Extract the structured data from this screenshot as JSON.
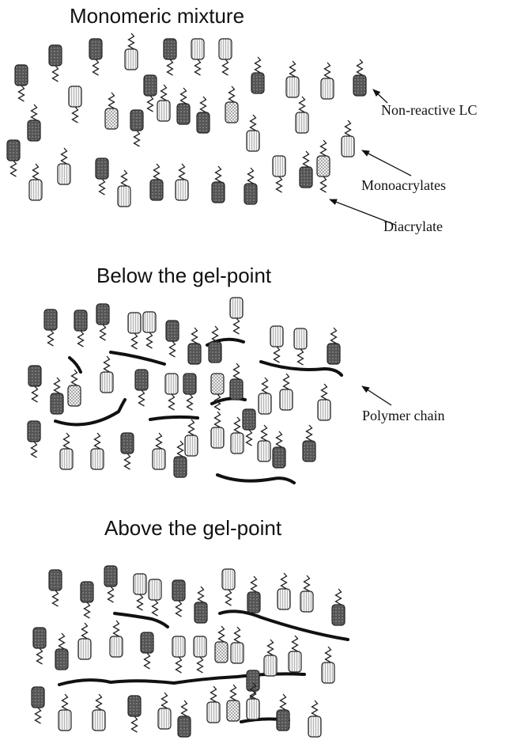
{
  "panels": [
    {
      "title": "Monomeric mixture"
    },
    {
      "title": "Below the gel-point"
    },
    {
      "title": "Above the gel-point"
    }
  ],
  "annotations": {
    "non_reactive": "Non-reactive LC",
    "monoacrylates": "Monoacrylates",
    "diacrylate": "Diacrylate",
    "polymer_chain": "Polymer chain"
  },
  "colors": {
    "non_reactive_lc": "#5a5a5a",
    "monoacrylate": "#d9d9d9",
    "diacrylate": "#c6c6c6",
    "chain": "#111111"
  }
}
